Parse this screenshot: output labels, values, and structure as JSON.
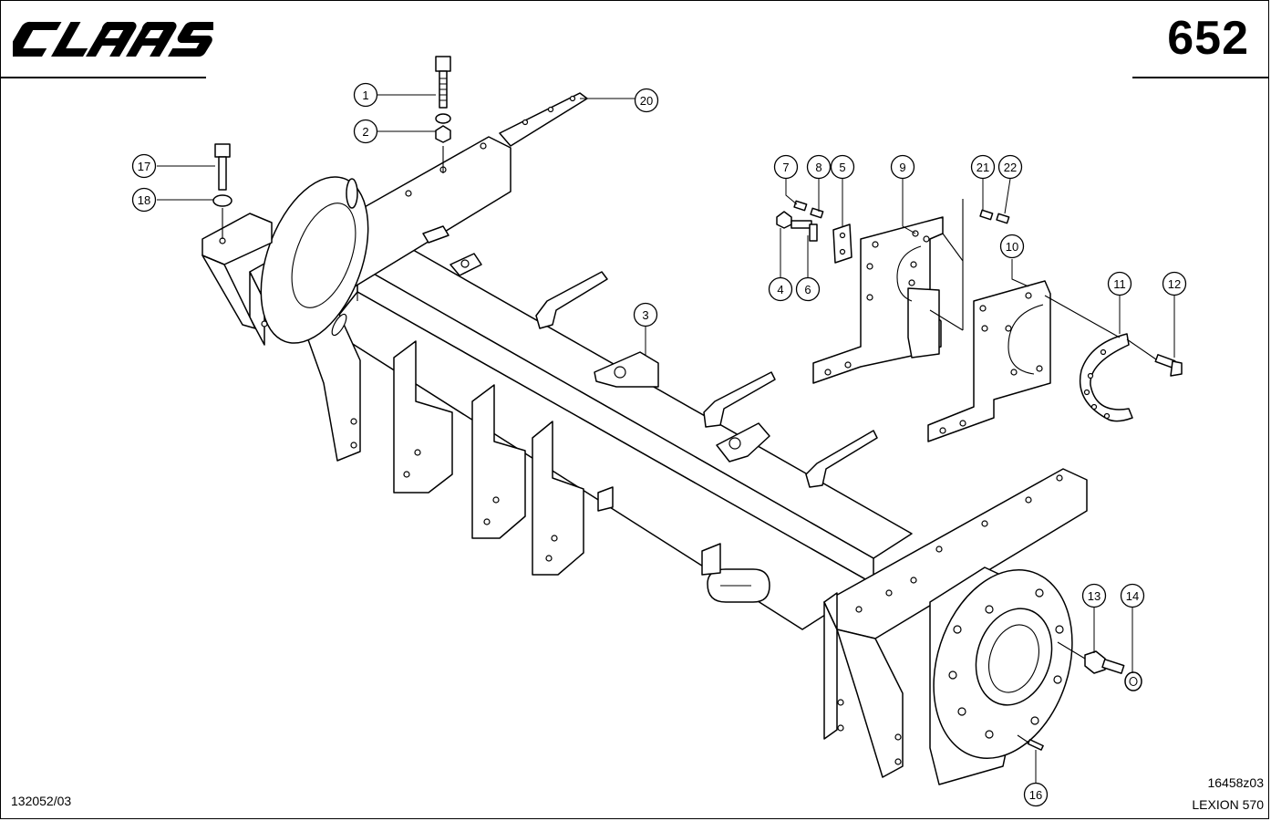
{
  "header": {
    "brand": "CLAAS",
    "page_number": "652"
  },
  "footer": {
    "document_code": "132052/03",
    "drawing_code": "16458z03",
    "model": "LEXION 570"
  },
  "callouts": [
    "1",
    "2",
    "3",
    "4",
    "5",
    "6",
    "7",
    "8",
    "9",
    "10",
    "11",
    "12",
    "13",
    "14",
    "16",
    "17",
    "18",
    "20",
    "21",
    "22"
  ]
}
